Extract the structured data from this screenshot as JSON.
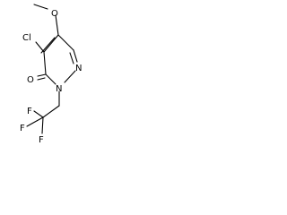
{
  "molecule": {
    "atoms": {
      "methoxy_oxygen": "O",
      "chlorine": "Cl",
      "carbonyl_oxygen": "O",
      "ring_nitrogen_1": "N",
      "ring_nitrogen_2": "N",
      "fluorine_1": "F",
      "fluorine_2": "F",
      "fluorine_3": "F"
    }
  }
}
